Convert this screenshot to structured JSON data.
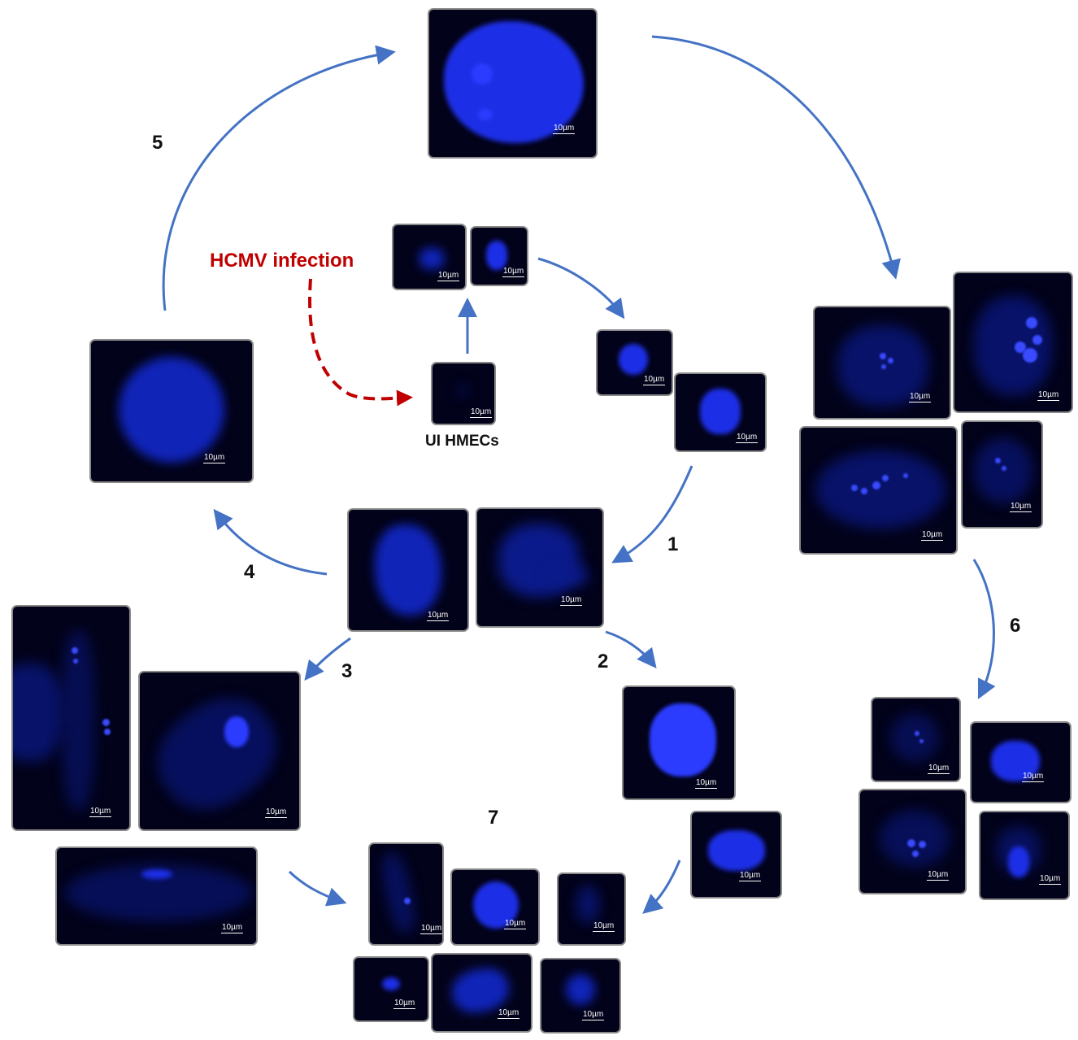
{
  "labels": {
    "infection": "HCMV infection",
    "ui": "UI HMECs",
    "step1": "1",
    "step2": "2",
    "step3": "3",
    "step4": "4",
    "step5": "5",
    "step6": "6",
    "step7": "7"
  },
  "scale_bar": "10µm",
  "colors": {
    "arrow": "#4472c4",
    "infection_arrow": "#c00000",
    "infection_text": "#c00000",
    "cell_stain": "#1d2fe6",
    "tile_background": "#02021a"
  }
}
